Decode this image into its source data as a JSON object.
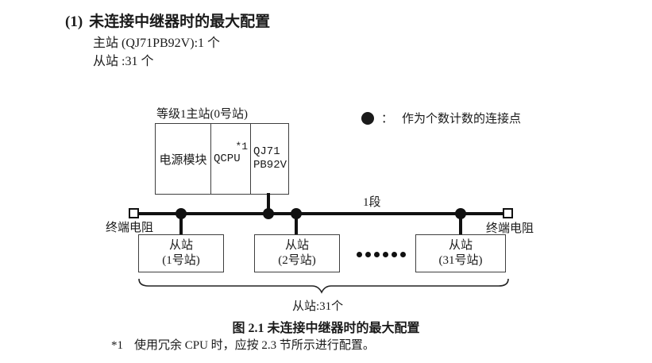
{
  "header": {
    "number": "(1)",
    "title": "未连接中继器时的最大配置",
    "intro_line1": "主站 (QJ71PB92V):1 个",
    "intro_line2": "从站 :31 个"
  },
  "legend": {
    "dot_icon": "connection-point-dot",
    "separator": "：",
    "text": "作为个数计数的连接点"
  },
  "diagram": {
    "master": {
      "label": "等级1主站(0号站)",
      "cell_power": "电源模块",
      "cell_cpu": "QCPU",
      "cell_cpu_superscript": "*1",
      "cell_module_line1": "QJ71",
      "cell_module_line2": "PB92V"
    },
    "segment_label": "1段",
    "terminator_left_label": "终端电阻",
    "terminator_right_label": "终端电阻",
    "slaves": [
      {
        "line1": "从站",
        "line2": "(1号站)"
      },
      {
        "line1": "从站",
        "line2": "(2号站)"
      },
      {
        "line1": "从站",
        "line2": "(31号站)"
      }
    ],
    "ellipsis_dots": 6,
    "brace_label": "从站:31个"
  },
  "caption": "图 2.1 未连接中继器时的最大配置",
  "footnote": {
    "marker": "*1",
    "text": "使用冗余 CPU 时，应按 2.3 节所示进行配置。"
  },
  "colors": {
    "ink": "#1a1a1a",
    "line": "#111111",
    "box_border": "#3f3f3f",
    "background": "#ffffff"
  }
}
